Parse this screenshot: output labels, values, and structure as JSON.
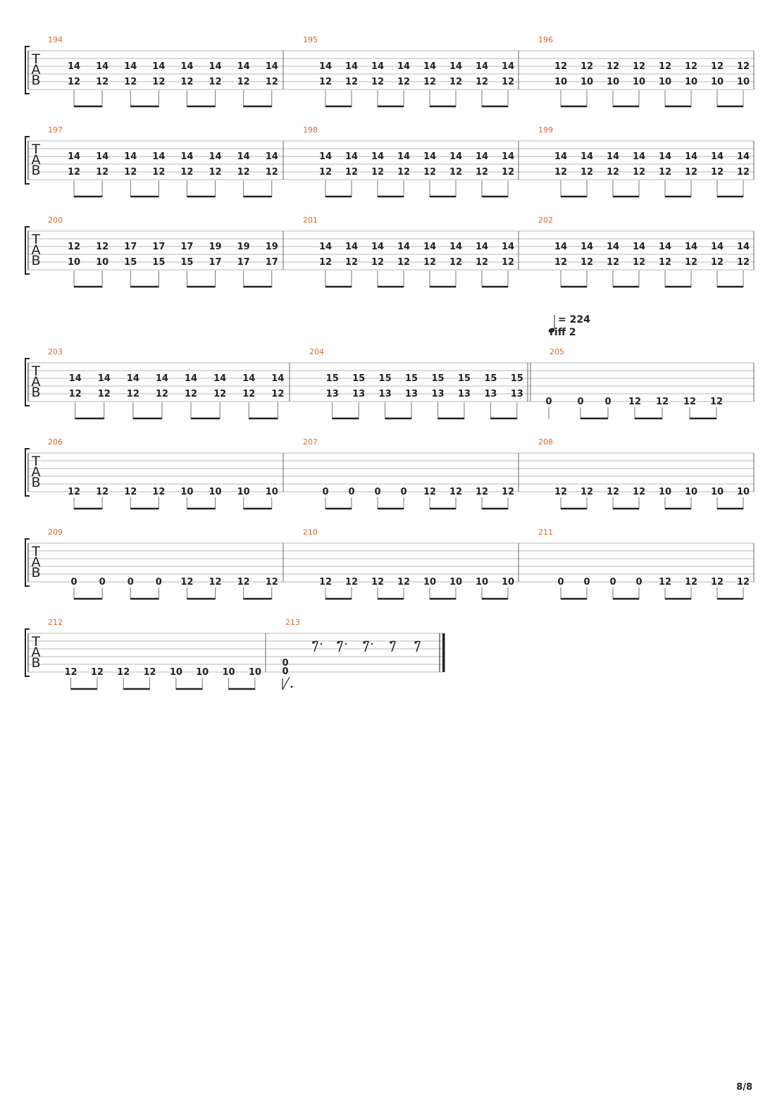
{
  "page": {
    "number": "8/8"
  },
  "colors": {
    "measure_number": "#e0662f",
    "ink": "#222222",
    "staff_line": "#b9b9b9"
  },
  "tempo": {
    "value": "= 224",
    "label": "riff 2"
  },
  "tab_clef": [
    "T",
    "A",
    "B"
  ],
  "systems": [
    {
      "measures": [
        {
          "number": "194",
          "top": [
            "14",
            "14",
            "14",
            "14",
            "14",
            "14",
            "14",
            "14"
          ],
          "bottom": [
            "12",
            "12",
            "12",
            "12",
            "12",
            "12",
            "12",
            "12"
          ]
        },
        {
          "number": "195",
          "top": [
            "14",
            "14",
            "14",
            "14",
            "14",
            "14",
            "14",
            "14"
          ],
          "bottom": [
            "12",
            "12",
            "12",
            "12",
            "12",
            "12",
            "12",
            "12"
          ]
        },
        {
          "number": "196",
          "top": [
            "12",
            "12",
            "12",
            "12",
            "12",
            "12",
            "12",
            "12"
          ],
          "bottom": [
            "10",
            "10",
            "10",
            "10",
            "10",
            "10",
            "10",
            "10"
          ]
        }
      ]
    },
    {
      "measures": [
        {
          "number": "197",
          "top": [
            "14",
            "14",
            "14",
            "14",
            "14",
            "14",
            "14",
            "14"
          ],
          "bottom": [
            "12",
            "12",
            "12",
            "12",
            "12",
            "12",
            "12",
            "12"
          ]
        },
        {
          "number": "198",
          "top": [
            "14",
            "14",
            "14",
            "14",
            "14",
            "14",
            "14",
            "14"
          ],
          "bottom": [
            "12",
            "12",
            "12",
            "12",
            "12",
            "12",
            "12",
            "12"
          ]
        },
        {
          "number": "199",
          "top": [
            "14",
            "14",
            "14",
            "14",
            "14",
            "14",
            "14",
            "14"
          ],
          "bottom": [
            "12",
            "12",
            "12",
            "12",
            "12",
            "12",
            "12",
            "12"
          ]
        }
      ]
    },
    {
      "measures": [
        {
          "number": "200",
          "top": [
            "12",
            "12",
            "17",
            "17",
            "17",
            "19",
            "19",
            "19"
          ],
          "bottom": [
            "10",
            "10",
            "15",
            "15",
            "15",
            "17",
            "17",
            "17"
          ]
        },
        {
          "number": "201",
          "top": [
            "14",
            "14",
            "14",
            "14",
            "14",
            "14",
            "14",
            "14"
          ],
          "bottom": [
            "12",
            "12",
            "12",
            "12",
            "12",
            "12",
            "12",
            "12"
          ]
        },
        {
          "number": "202",
          "top": [
            "14",
            "14",
            "14",
            "14",
            "14",
            "14",
            "14",
            "14"
          ],
          "bottom": [
            "12",
            "12",
            "12",
            "12",
            "12",
            "12",
            "12",
            "12"
          ]
        }
      ]
    },
    {
      "measures": [
        {
          "number": "203",
          "top": [
            "14",
            "14",
            "14",
            "14",
            "14",
            "14",
            "14",
            "14"
          ],
          "bottom": [
            "12",
            "12",
            "12",
            "12",
            "12",
            "12",
            "12",
            "12"
          ]
        },
        {
          "number": "204",
          "top": [
            "15",
            "15",
            "15",
            "15",
            "15",
            "15",
            "15",
            "15"
          ],
          "bottom": [
            "13",
            "13",
            "13",
            "13",
            "13",
            "13",
            "13",
            "13"
          ]
        },
        {
          "number": "205",
          "low": [
            "0",
            "0",
            "0",
            "12",
            "12",
            "12",
            "12"
          ]
        }
      ]
    },
    {
      "measures": [
        {
          "number": "206",
          "low": [
            "12",
            "12",
            "12",
            "12",
            "10",
            "10",
            "10",
            "10"
          ]
        },
        {
          "number": "207",
          "low": [
            "0",
            "0",
            "0",
            "0",
            "12",
            "12",
            "12",
            "12"
          ]
        },
        {
          "number": "208",
          "low": [
            "12",
            "12",
            "12",
            "12",
            "10",
            "10",
            "10",
            "10"
          ]
        }
      ]
    },
    {
      "measures": [
        {
          "number": "209",
          "low": [
            "0",
            "0",
            "0",
            "0",
            "12",
            "12",
            "12",
            "12"
          ]
        },
        {
          "number": "210",
          "low": [
            "12",
            "12",
            "12",
            "12",
            "10",
            "10",
            "10",
            "10"
          ]
        },
        {
          "number": "211",
          "low": [
            "0",
            "0",
            "0",
            "0",
            "12",
            "12",
            "12",
            "12"
          ]
        }
      ]
    },
    {
      "measures": [
        {
          "number": "212",
          "low": [
            "12",
            "12",
            "12",
            "12",
            "10",
            "10",
            "10",
            "10"
          ]
        },
        {
          "number": "213",
          "chord": [
            "0",
            "0"
          ]
        }
      ]
    }
  ]
}
